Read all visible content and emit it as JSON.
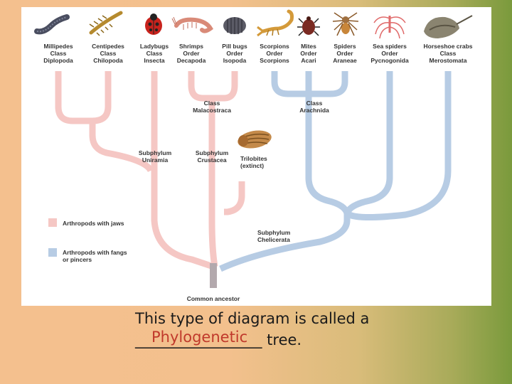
{
  "colors": {
    "jaws": "#f5c7c4",
    "fangs": "#b7cce4",
    "trunk": "#b3a9ad",
    "answer": "#c0392b"
  },
  "taxa": [
    {
      "name": "Millipedes",
      "rank": "Class",
      "taxon": "Diplopoda",
      "icon": "millipede-icon"
    },
    {
      "name": "Centipedes",
      "rank": "Class",
      "taxon": "Chilopoda",
      "icon": "centipede-icon"
    },
    {
      "name": "Ladybugs",
      "rank": "Class",
      "taxon": "Insecta",
      "icon": "ladybug-icon"
    },
    {
      "name": "Shrimps",
      "rank": "Order",
      "taxon": "Decapoda",
      "icon": "shrimp-icon"
    },
    {
      "name": "Pill bugs",
      "rank": "Order",
      "taxon": "Isopoda",
      "icon": "pill-bug-icon"
    },
    {
      "name": "Scorpions",
      "rank": "Order",
      "taxon": "Scorpions",
      "icon": "scorpion-icon"
    },
    {
      "name": "Mites",
      "rank": "Order",
      "taxon": "Acari",
      "icon": "mite-icon"
    },
    {
      "name": "Spiders",
      "rank": "Order",
      "taxon": "Araneae",
      "icon": "spider-icon"
    },
    {
      "name": "Sea spiders",
      "rank": "Order",
      "taxon": "Pycnogonida",
      "icon": "sea-spider-icon"
    },
    {
      "name": "Horseshoe crabs",
      "rank": "Class",
      "taxon": "Merostomata",
      "icon": "horseshoe-crab-icon"
    }
  ],
  "nodes": {
    "malacostraca": {
      "rank": "Class",
      "name": "Malacostraca"
    },
    "arachnida": {
      "rank": "Class",
      "name": "Arachnida"
    },
    "uniramia": {
      "rank": "Subphylum",
      "name": "Uniramia"
    },
    "crustacea": {
      "rank": "Subphylum",
      "name": "Crustacea"
    },
    "trilobites": {
      "name": "Trilobites",
      "note": "(extinct)",
      "icon": "trilobite-icon"
    },
    "chelicerata": {
      "rank": "Subphylum",
      "name": "Chelicerata"
    },
    "ancestor": {
      "name": "Common ancestor"
    }
  },
  "legend": {
    "jaws": "Arthropods with jaws",
    "fangs_line1": "Arthropods with fangs",
    "fangs_line2": "or pincers"
  },
  "caption": {
    "line1": "This type of diagram is called a",
    "blank": "_________________ tree.",
    "answer": "Phylogenetic"
  }
}
